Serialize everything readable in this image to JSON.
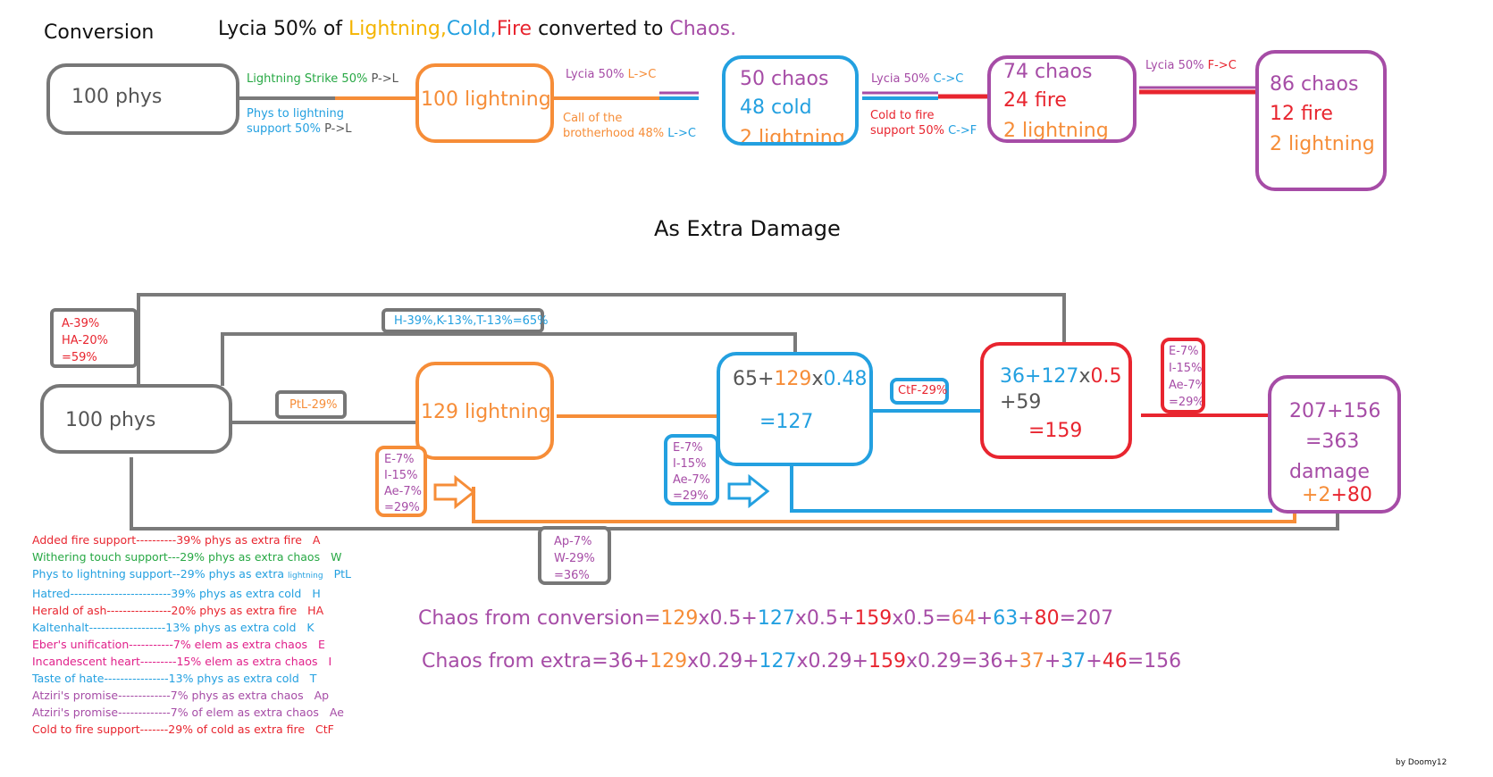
{
  "colors": {
    "gray": "#7a7a7a",
    "orange": "#f68d38",
    "blue": "#23a0e0",
    "red": "#e8252f",
    "purple": "#a64ca6",
    "green": "#27a844",
    "yellow": "#f4b400"
  },
  "conversion": {
    "heading": "Conversion",
    "title": {
      "prefix": "Lycia 50% of ",
      "lightning": "Lightning,",
      "cold": "Cold,",
      "fire": "Fire",
      "middle": " converted to ",
      "chaos": "Chaos",
      "suffix": "."
    },
    "box1": "100 phys",
    "edge1_top": {
      "text": "Lightning Strike  50% ",
      "suffix": "P->L"
    },
    "edge1_bottom": {
      "line1": "Phys to lightning",
      "line2": "support   50%  ",
      "suffix": "P->L"
    },
    "box2": "100 lightning",
    "edge2_top": {
      "text": "Lycia 50% ",
      "suffix": "L->C"
    },
    "edge2_bottom": {
      "line1": "Call of the",
      "line2": "brotherhood  48% ",
      "suffix": "L->C"
    },
    "box3": {
      "l1": "50 chaos",
      "l2": "48 cold",
      "l3": "2 lightning"
    },
    "edge3_top": {
      "text": "Lycia 50% ",
      "suffix": "C->C"
    },
    "edge3_bottom": {
      "line1": "Cold to fire",
      "line2": "support 50% ",
      "suffix": "C->F"
    },
    "box4": {
      "l1": "74 chaos",
      "l2": "24 fire",
      "l3": "2 lightning"
    },
    "edge4_top": {
      "text": "Lycia 50%  ",
      "suffix": "F->C"
    },
    "box5": {
      "l1": "86 chaos",
      "l2": "12 fire",
      "l3": "2 lightning"
    }
  },
  "extra": {
    "heading": "As Extra Damage",
    "label_a": {
      "l1": "A-39%",
      "l2": "HA-20%",
      "l3": "=59%"
    },
    "label_h": "H-39%,K-13%,T-13%=65%",
    "box_phys": "100 phys",
    "label_ptl": "PtL-29%",
    "box_lightning": "129 lightning",
    "label_e1": {
      "l1": "E-7%",
      "l2": "I-15%",
      "l3": "Ae-7%",
      "l4": "=29%"
    },
    "box_cold": {
      "base": "65+",
      "a": "129",
      "x": "x",
      "b": "0.48",
      "result": "=127"
    },
    "label_e2": {
      "l1": "E-7%",
      "l2": "I-15%",
      "l3": "Ae-7%",
      "l4": "=29%"
    },
    "label_ctf": "CtF-29%",
    "box_fire": {
      "a": "36+",
      "b": "127",
      "x": "x",
      "c": "0.5",
      "d": "+59",
      "result": "=159"
    },
    "label_e3": {
      "l1": "E-7%",
      "l2": "I-15%",
      "l3": "Ae-7%",
      "l4": "=29%"
    },
    "box_total": {
      "l1": "207+156",
      "l2": "=363",
      "l3": "damage",
      "p1": "+2",
      "p2": "+80"
    },
    "label_ap": {
      "l1": "Ap-7%",
      "l2": "W-29%",
      "l3": "=36%"
    }
  },
  "legend": [
    {
      "text": "Added fire support----------39% phys as extra fire",
      "code": "A",
      "color": "#e8252f"
    },
    {
      "text": "Withering touch support---29% phys as extra chaos",
      "code": "W",
      "color": "#27a844"
    },
    {
      "text": "Phys to lightning support--29% phys as extra ",
      "small": "lightning",
      "code": "PtL",
      "color": "#23a0e0"
    },
    {
      "text": "Hatred-------------------------39% phys as extra cold",
      "code": "H",
      "color": "#23a0e0"
    },
    {
      "text": "Herald of ash----------------20% phys as extra fire",
      "code": "HA",
      "color": "#e8252f"
    },
    {
      "text": "Kaltenhalt-------------------13% phys as extra cold",
      "code": "K",
      "color": "#23a0e0"
    },
    {
      "text": "Eber's unification-----------7% elem as extra chaos",
      "code": "E",
      "color": "#e0208a"
    },
    {
      "text": "Incandescent heart---------15% elem as extra chaos",
      "code": "I",
      "color": "#e0208a"
    },
    {
      "text": "Taste of hate----------------13% phys as extra cold",
      "code": "T",
      "color": "#23a0e0"
    },
    {
      "text": "Atziri's promise-------------7% phys as extra chaos",
      "code": "Ap",
      "color": "#a64ca6"
    },
    {
      "text": "Atziri's promise-------------7% of elem as extra chaos",
      "code": "Ae",
      "color": "#a64ca6"
    },
    {
      "text": "Cold to fire support-------29% of cold as extra fire",
      "code": "CtF",
      "color": "#e8252f"
    }
  ],
  "formula1": {
    "prefix": "Chaos from conversion=",
    "a": "129",
    "b": "x0.5+",
    "c": "127",
    "d": "x0.5+",
    "e": "159",
    "f": "x0.5=",
    "g": "64",
    "h": "+",
    "i": "63",
    "j": "+",
    "k": "80",
    "l": "=207"
  },
  "formula2": {
    "prefix": "Chaos from extra=36+",
    "a": "129",
    "b": "x0.29+",
    "c": "127",
    "d": "x0.29+",
    "e": "159",
    "f": "x0.29=36+",
    "g": "37",
    "h": "+",
    "i": "37",
    "j": "+",
    "k": "46",
    "l": "=156"
  },
  "signature": "by Doomy12"
}
